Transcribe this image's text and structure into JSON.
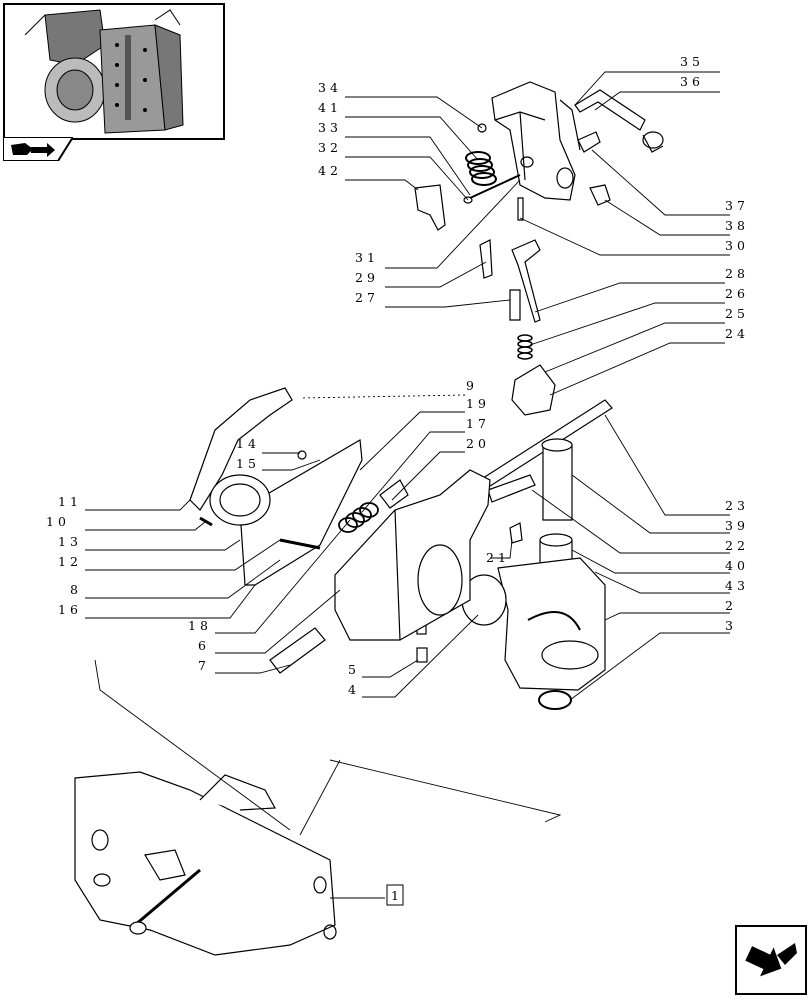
{
  "diagram": {
    "assembly_ref": "1",
    "refs": [
      {
        "id": "ref-35",
        "text": "35"
      },
      {
        "id": "ref-36",
        "text": "36"
      },
      {
        "id": "ref-34",
        "text": "34"
      },
      {
        "id": "ref-41",
        "text": "41"
      },
      {
        "id": "ref-33",
        "text": "33"
      },
      {
        "id": "ref-32",
        "text": "32"
      },
      {
        "id": "ref-42",
        "text": "42"
      },
      {
        "id": "ref-37",
        "text": "37"
      },
      {
        "id": "ref-38",
        "text": "38"
      },
      {
        "id": "ref-30",
        "text": "30"
      },
      {
        "id": "ref-31",
        "text": "31"
      },
      {
        "id": "ref-29",
        "text": "29"
      },
      {
        "id": "ref-27",
        "text": "27"
      },
      {
        "id": "ref-28",
        "text": "28"
      },
      {
        "id": "ref-26",
        "text": "26"
      },
      {
        "id": "ref-25",
        "text": "25"
      },
      {
        "id": "ref-24",
        "text": "24"
      },
      {
        "id": "ref-9",
        "text": "9"
      },
      {
        "id": "ref-19",
        "text": "19"
      },
      {
        "id": "ref-17",
        "text": "17"
      },
      {
        "id": "ref-20",
        "text": "20"
      },
      {
        "id": "ref-14",
        "text": "14"
      },
      {
        "id": "ref-15",
        "text": "15"
      },
      {
        "id": "ref-11",
        "text": "11"
      },
      {
        "id": "ref-10",
        "text": "10"
      },
      {
        "id": "ref-13",
        "text": "13"
      },
      {
        "id": "ref-12",
        "text": "12"
      },
      {
        "id": "ref-8",
        "text": "8"
      },
      {
        "id": "ref-16",
        "text": "16"
      },
      {
        "id": "ref-21",
        "text": "21"
      },
      {
        "id": "ref-23",
        "text": "23"
      },
      {
        "id": "ref-39",
        "text": "39"
      },
      {
        "id": "ref-22",
        "text": "22"
      },
      {
        "id": "ref-40",
        "text": "40"
      },
      {
        "id": "ref-43",
        "text": "43"
      },
      {
        "id": "ref-2",
        "text": "2"
      },
      {
        "id": "ref-3",
        "text": "3"
      },
      {
        "id": "ref-18",
        "text": "18"
      },
      {
        "id": "ref-6",
        "text": "6"
      },
      {
        "id": "ref-7",
        "text": "7"
      },
      {
        "id": "ref-5",
        "text": "5"
      },
      {
        "id": "ref-4",
        "text": "4"
      }
    ]
  },
  "icons": {
    "top_left": "book-arrow-icon",
    "bottom_right": "return-arrow-icon"
  }
}
